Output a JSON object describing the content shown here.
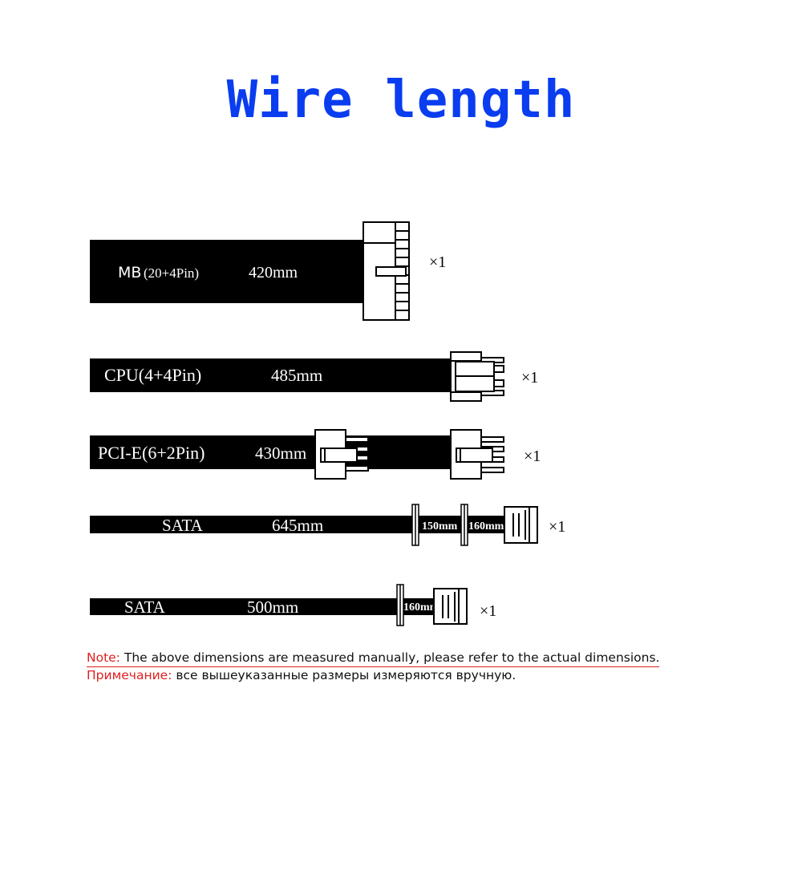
{
  "title": "Wire length",
  "colors": {
    "title": "#0a3cf0",
    "cable": "#000000",
    "connector_fill": "#ffffff",
    "note_key": "#e02020"
  },
  "cables": [
    {
      "id": "mb",
      "name_prefix": "MB",
      "name_suffix": "(20+4Pin)",
      "length": "420mm",
      "quantity": "×1"
    },
    {
      "id": "cpu",
      "name": "CPU(4+4Pin)",
      "length": "485mm",
      "quantity": "×1"
    },
    {
      "id": "pcie",
      "name": "PCI-E(6+2Pin)",
      "length": "430mm",
      "quantity": "×1"
    },
    {
      "id": "sata1",
      "name": "SATA",
      "length": "645mm",
      "segments": [
        "150mm",
        "160mm"
      ],
      "quantity": "×1"
    },
    {
      "id": "sata2",
      "name": "SATA",
      "length": "500mm",
      "segments": [
        "160mm"
      ],
      "quantity": "×1"
    }
  ],
  "notes": {
    "en_key": "Note:",
    "en_text": " The above dimensions are measured manually, please refer to the actual dimensions.",
    "ru_key": "Примечание:",
    "ru_text": " все вышеуказанные размеры измеряются вручную."
  }
}
